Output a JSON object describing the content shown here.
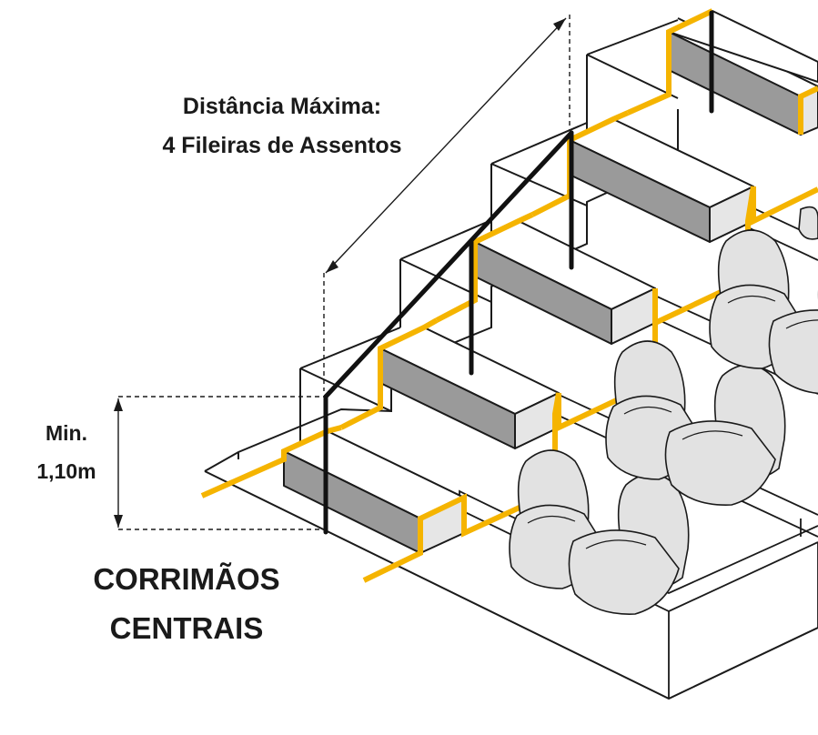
{
  "labels": {
    "max_distance_line1": "Distância Máxima:",
    "max_distance_line2": "4 Fileiras de Assentos",
    "min_height_line1": "Min.",
    "min_height_line2": "1,10m",
    "title_line1": "CORRIMÃOS",
    "title_line2": "CENTRAIS"
  },
  "colors": {
    "line": "#1a1a1a",
    "tactile_strip": "#f5b400",
    "riser_shade": "#9a9a9a",
    "seat_fill": "#e2e2e2",
    "step_fill": "#ffffff",
    "handrail": "#111111"
  }
}
